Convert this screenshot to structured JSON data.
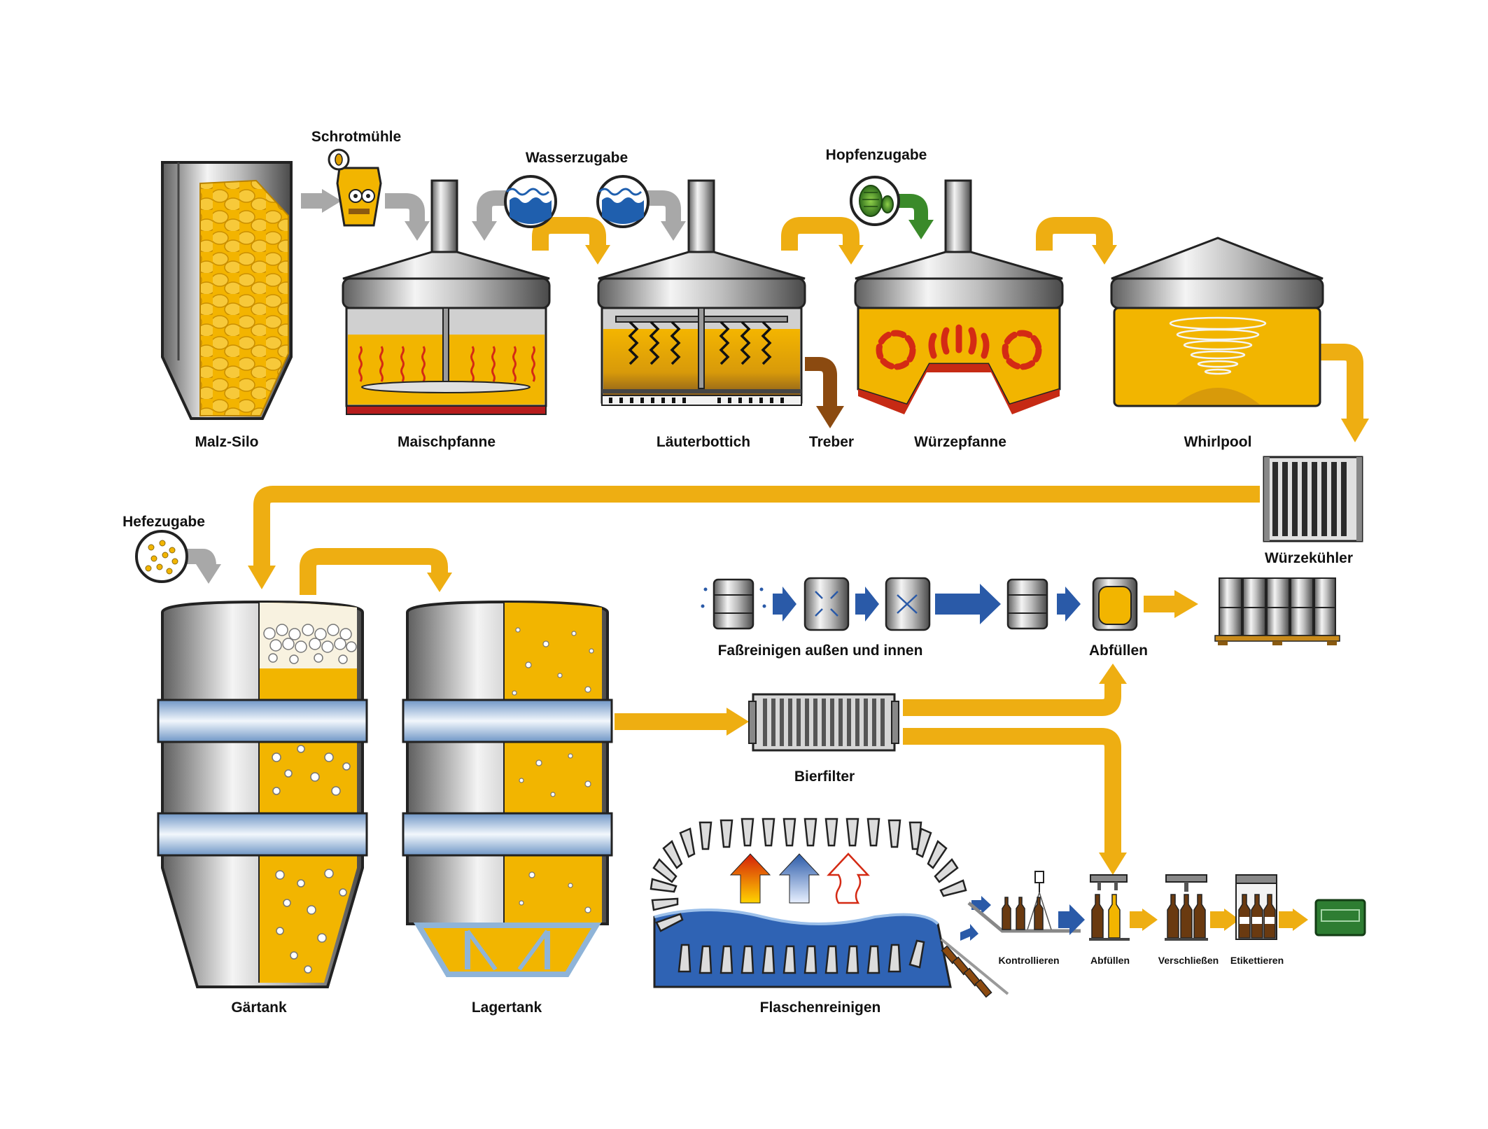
{
  "labels": {
    "malz_silo": "Malz-Silo",
    "schrotmuehle": "Schrotmühle",
    "wasserzugabe": "Wasserzugabe",
    "hopfenzugabe": "Hopfenzugabe",
    "maischpfanne": "Maischpfanne",
    "laeuterbottich": "Läuterbottich",
    "treber": "Treber",
    "wuerzepfanne": "Würzepfanne",
    "whirlpool": "Whirlpool",
    "wuerzekuehler": "Würzekühler",
    "hefezugabe": "Hefezugabe",
    "gaertank": "Gärtank",
    "lagertank": "Lagertank",
    "fassreinigen": "Faßreinigen außen und innen",
    "abfuellen_fass": "Abfüllen",
    "bierfilter": "Bierfilter",
    "flaschenreinigen": "Flaschenreinigen",
    "kontrollieren": "Kontrollieren",
    "abfuellen_flasche": "Abfüllen",
    "verschliessen": "Verschließen",
    "etikettieren": "Etikettieren"
  },
  "colors": {
    "beer": "#f2b500",
    "flow_yellow": "#eeae12",
    "flow_gray": "#a0a0a0",
    "flow_blue": "#2a5aa8",
    "flow_green": "#3a8a2a",
    "flow_brown": "#8b4a10",
    "heat_red": "#d42a14",
    "steel_dark": "#6e6e6e",
    "steel_light": "#e8e8e8",
    "water_blue": "#1f5fae",
    "crate_green": "#2e7d32"
  }
}
